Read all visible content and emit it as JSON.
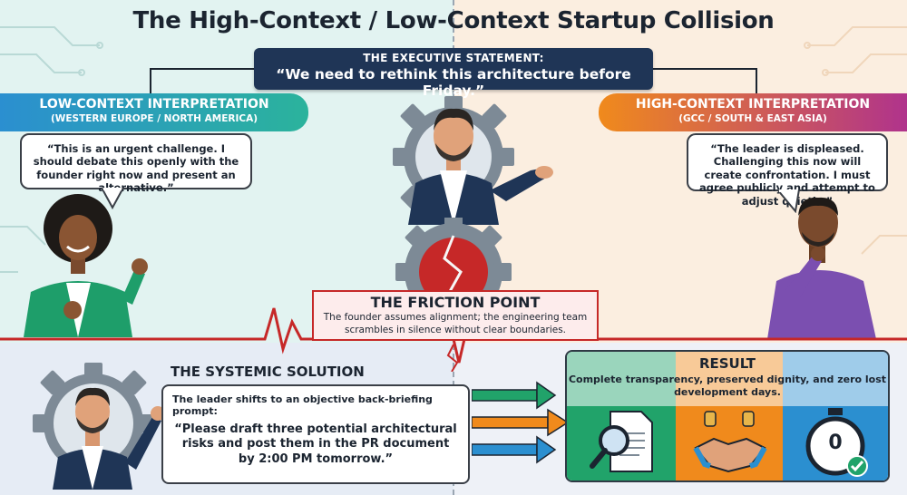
{
  "title": "The High-Context / Low-Context Startup Collision",
  "executive": {
    "label": "THE EXECUTIVE STATEMENT:",
    "quote": "“We need to rethink this architecture before Friday.”"
  },
  "low_context": {
    "title": "LOW-CONTEXT INTERPRETATION",
    "region": "(WESTERN EUROPE / NORTH AMERICA)",
    "bubble": "“This is an urgent challenge. I should debate this openly with the founder right now and present an alternative.”"
  },
  "high_context": {
    "title": "HIGH-CONTEXT INTERPRETATION",
    "region": "(GCC / SOUTH & EAST ASIA)",
    "bubble": "“The leader is displeased. Challenging this now will create confrontation. I must agree publicly and attempt to adjust quietly.”"
  },
  "friction": {
    "title": "THE FRICTION POINT",
    "text": "The founder assumes alignment; the engineering team scrambles in silence without clear boundaries."
  },
  "solution": {
    "title": "THE SYSTEMIC SOLUTION",
    "intro": "The leader shifts to an objective back-briefing prompt:",
    "quote": "“Please draft three potential architectural risks and post them in the PR document by 2:00 PM tomorrow.”"
  },
  "result": {
    "title": "RESULT",
    "text": "Complete transparency, preserved dignity, and zero lost development days.",
    "timer_value": "0"
  },
  "colors": {
    "navy": "#1f3556",
    "teal": "#2bb39c",
    "blue": "#2b8fd0",
    "orange": "#f08a1c",
    "magenta": "#b0338c",
    "red": "#c62828",
    "green": "#21a36a"
  }
}
